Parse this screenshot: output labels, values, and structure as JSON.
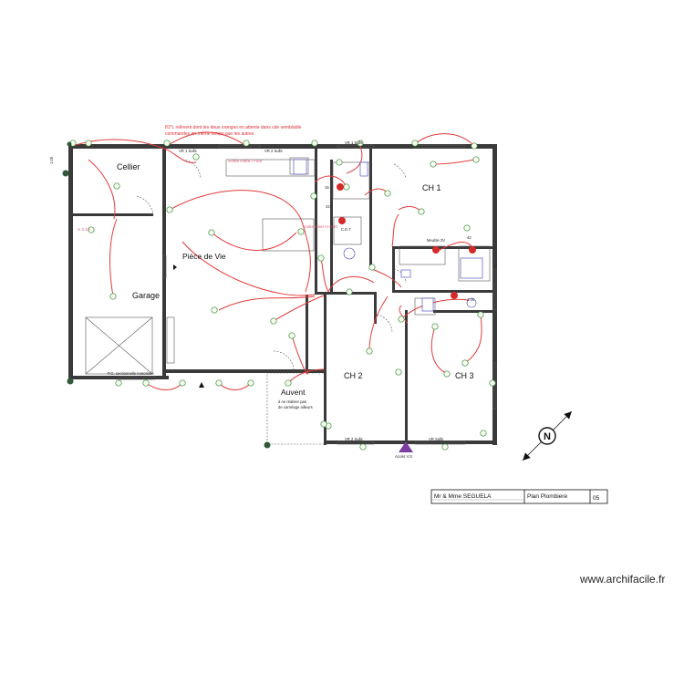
{
  "rooms": {
    "cellier": "Cellier",
    "garage": "Garage",
    "piece_de_vie": "Pièce de Vie",
    "ch1": "CH 1",
    "ch2": "CH 2",
    "ch3": "CH 3",
    "auvent": "Auvent"
  },
  "notes": {
    "top_red_line1": "81*L relèvent dont les deux oranges en attente dans cde semblable",
    "top_red_line2": "commandes en même temps que les autres",
    "hotte": "Sortie Hotte / Four",
    "evier": "Sortie évier H 0.30",
    "lave": "H 1.10",
    "cellier_small": "1.00",
    "auvent_note1": "à ne réaliser pas",
    "auvent_note2": "de carrelage ailleurs",
    "cet": "C.E.T",
    "acces_vs": "Accès V.S",
    "dim_15": "15",
    "dim_42a": "42",
    "dim_42b": "42",
    "dim_10": "1.0s",
    "window_vr_1": "VR 1 Sulls",
    "window_vr_2": "VR 2 Sulls",
    "window_vr_3": "VR 1 Sulls",
    "window_vr_4": "VR 2 Sulls",
    "window_vr_5": "VR Sulls",
    "porte_garage": "P.G. sectionnelle motorisée",
    "meuble": "Meuble 3V"
  },
  "title_block": {
    "client": "Mr & Mme SEGUELA",
    "plan": "Plan Plombiere",
    "index": "05"
  },
  "watermark": "www.archifacile.fr",
  "colors": {
    "pipe": "#e23b3b",
    "wall": "#3a3a3a",
    "outlet": "#3a8a3a",
    "fixture": "#3b3bbf",
    "marker": "#7a3ea0"
  }
}
